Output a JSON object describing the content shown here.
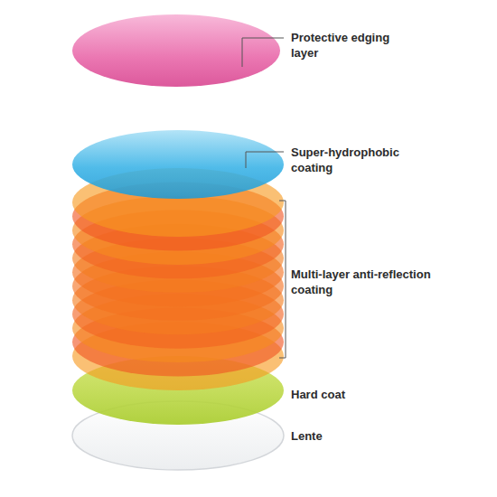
{
  "diagram": {
    "labels": [
      "Protective edging layer",
      "Super-hydrophobic coating",
      "Multi-layer anti-reflection coating",
      "Hard coat",
      "Lente"
    ]
  }
}
